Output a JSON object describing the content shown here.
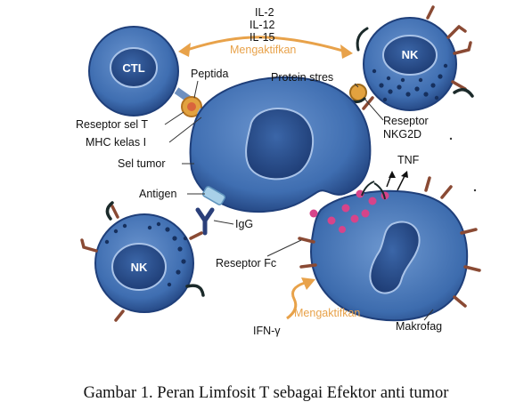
{
  "cytokines": [
    "IL-2",
    "IL-12",
    "IL-15"
  ],
  "activate_top": "Mengaktifkan",
  "activate_bottom": "Mengaktifkan",
  "cells": {
    "ctl": "CTL",
    "nk_top": "NK",
    "nk_bottom": "NK"
  },
  "labels": {
    "peptida": "Peptida",
    "protein_stres": "Protein stres",
    "reseptor_sel_t": "Reseptor sel T",
    "mhc_kelas_i": "MHC kelas I",
    "reseptor_nkg2d_1": "Reseptor",
    "reseptor_nkg2d_2": "NKG2D",
    "sel_tumor": "Sel tumor",
    "tnf": "TNF",
    "antigen": "Antigen",
    "igg": "IgG",
    "reseptor_fc": "Reseptor Fc",
    "ifn": "IFN-γ",
    "makrofag": "Makrofag"
  },
  "caption": "Gambar 1. Peran Limfosit T sebagai  Efektor anti tumor",
  "colors": {
    "cell_fill": "#4a78b8",
    "cell_dark": "#1f3f7a",
    "nucleus": "#2a4f8f",
    "accent_orange": "#e8a24a",
    "granule_pink": "#d6448a",
    "receptor_brown": "#8a4a34",
    "receptor_black": "#1b2a2a"
  }
}
